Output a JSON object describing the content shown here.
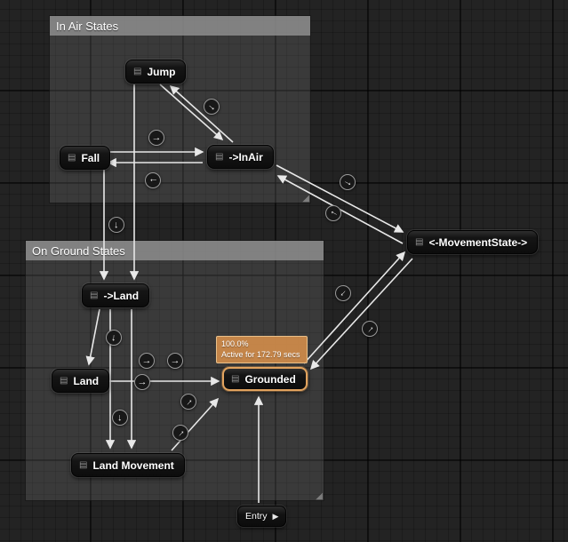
{
  "colors": {
    "background": "#232323",
    "wire": "#e8e8e8",
    "selection_orange": "#e2a35e",
    "tooltip_orange": "#cb894a"
  },
  "graph": {
    "comments": {
      "in_air": {
        "title": "In Air States"
      },
      "on_ground": {
        "title": "On Ground States"
      }
    },
    "nodes": {
      "jump": {
        "label": "Jump"
      },
      "fall": {
        "label": "Fall"
      },
      "in_air_conduit": {
        "label": "->InAir"
      },
      "movement_state": {
        "label": "<-MovementState->"
      },
      "land_conduit": {
        "label": "->Land"
      },
      "land": {
        "label": "Land"
      },
      "grounded": {
        "label": "Grounded"
      },
      "land_movement": {
        "label": "Land Movement"
      }
    },
    "entry": {
      "label": "Entry"
    },
    "tooltip": {
      "weight": "100.0%",
      "status": "Active for 172.79 secs"
    },
    "icons": {
      "transition_arrow": "→",
      "entry_play": "▶",
      "resize_grip": "◢",
      "state_icon": "▤"
    }
  }
}
